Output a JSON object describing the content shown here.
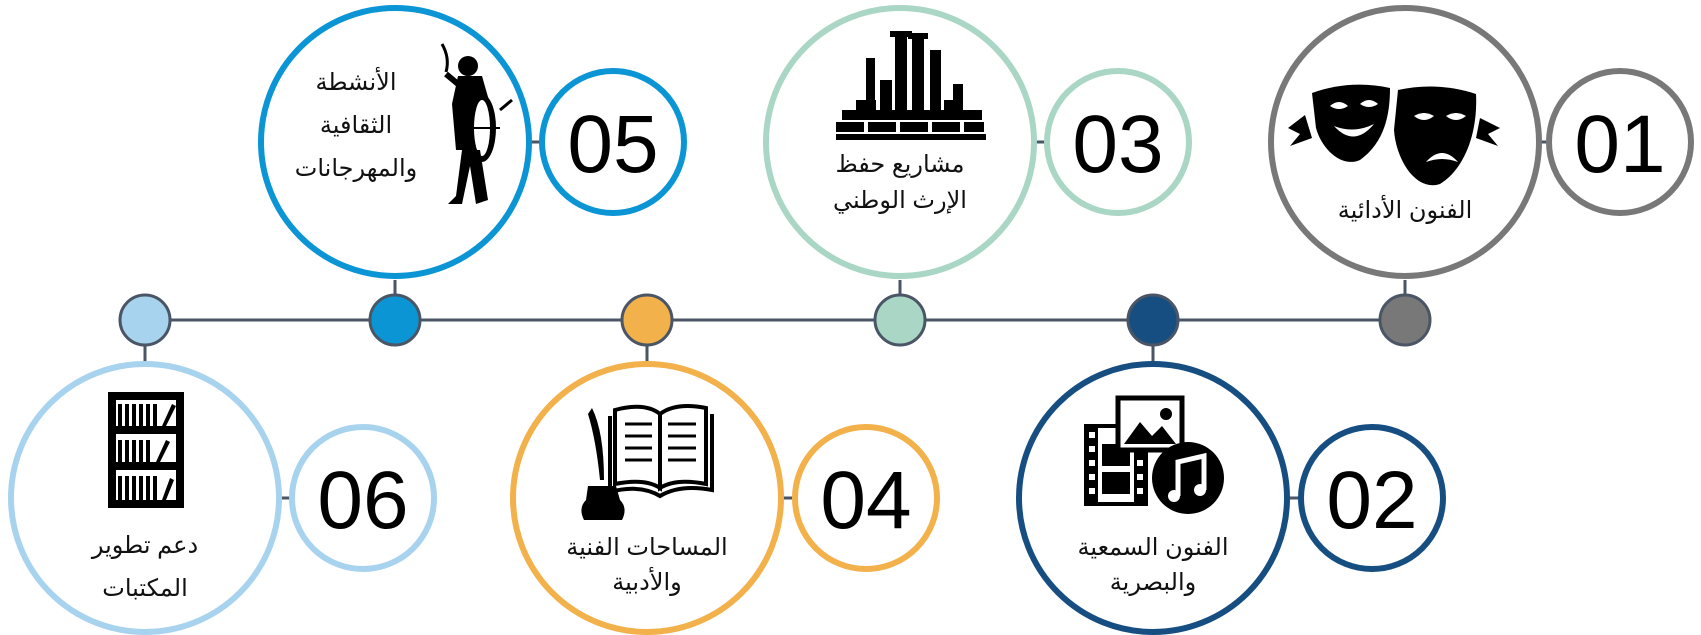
{
  "items": [
    {
      "number": "01",
      "line1": "الفنون الأدائية",
      "line2": "",
      "line3": "",
      "color": "#787878",
      "icon": "theater-masks-icon"
    },
    {
      "number": "02",
      "line1": "الفنون السمعية",
      "line2": "والبصرية",
      "line3": "",
      "color": "#164E82",
      "icon": "media-film-photo-music-icon"
    },
    {
      "number": "03",
      "line1": "مشاريع حفظ",
      "line2": "الإرث الوطني",
      "line3": "",
      "color": "#A9D6C5",
      "icon": "heritage-ruins-icon"
    },
    {
      "number": "04",
      "line1": "المساحات الفنية",
      "line2": "والأدبية",
      "line3": "",
      "color": "#F2B14B",
      "icon": "book-quill-inkwell-icon"
    },
    {
      "number": "05",
      "line1": "الأنشطة",
      "line2": "الثقافية",
      "line3": "والمهرجانات",
      "color": "#0B95D5",
      "icon": "drummer-icon"
    },
    {
      "number": "06",
      "line1": "دعم تطوير",
      "line2": "المكتبات",
      "line3": "",
      "color": "#A8D3EF",
      "icon": "bookshelf-icon"
    }
  ],
  "colors": {
    "timeline_line": "#4A5565",
    "node_border": "#4A5565"
  }
}
